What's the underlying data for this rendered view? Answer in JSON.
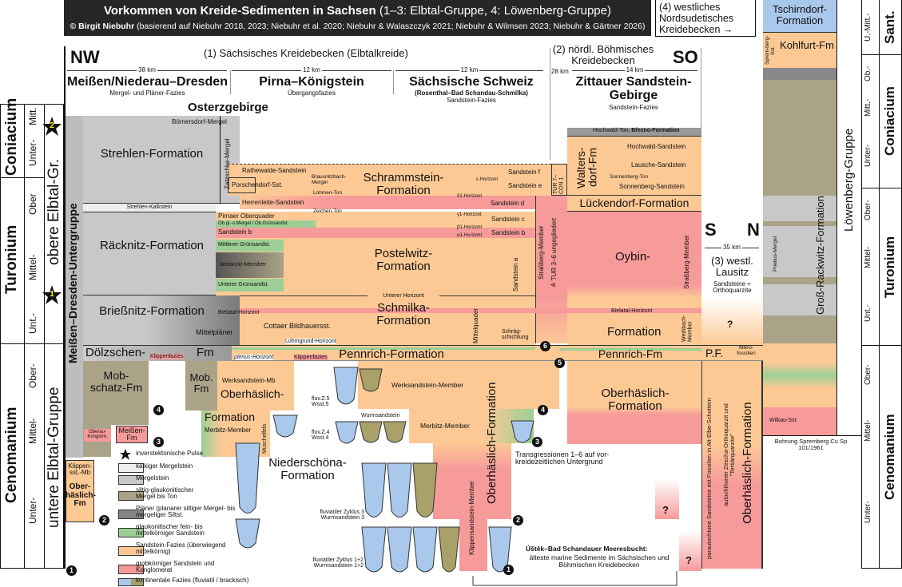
{
  "header": {
    "title_main": "Vorkommen von Kreide-Sedimenten in Sachsen",
    "title_paren": "(1–3: Elbtal-Gruppe, 4: Löwenberg-Gruppe)",
    "author": "© Birgit Niebuhr",
    "sources": "(basierend auf Niebuhr 2018, 2023; Niebuhr et al. 2020; Niebuhr & Walaszczyk 2021; Niebuhr & Wilmsen 2023; Niebuhr & Gärtner 2026)"
  },
  "basin4": {
    "label": "(4) westliches Nordsudetisches Kreidebecken →"
  },
  "regions": {
    "nw": "NW",
    "so": "SO",
    "s": "S",
    "n": "N",
    "basin1": "(1) Sächsisches Kreidebecken (Elbtalkreide)",
    "basin2": "(2) nördl. Böhmisches Kreidebecken",
    "basin3": "(3) westl. Lausitz",
    "basin3_sub": "Sandsteine + Orthoquarzite",
    "osterzgebirge": "Osterzgebirge",
    "sections": [
      {
        "name": "Meißen/Niederau–Dresden",
        "facies": "Mergel- und Pläner-Fazies",
        "dist": "38 km"
      },
      {
        "name": "Pirna–Königstein",
        "facies": "Übergangsfazies",
        "dist": "12 km"
      },
      {
        "name": "Sächsische Schweiz",
        "sub": "(Rosenthal–Bad Schandau-Schmilka)",
        "facies": "Sandstein-Fazies",
        "dist": "12 km"
      },
      {
        "name": "Zittauer Sandstein-Gebirge",
        "facies": "Sandstein-Fazies",
        "dist": "14 km"
      }
    ],
    "dist_28": "28 km",
    "dist_35": "35 km"
  },
  "stages_left": {
    "coniacium": "Coniacium",
    "turonium": "Turonium",
    "cenomanium": "Cenomanium",
    "sub": [
      "Mitt.",
      "Unter-",
      "Ober",
      "Mittel-",
      "Unt.-",
      "Ober-",
      "Mittel-",
      "Unter-"
    ],
    "upper_group": "obere Elbtal-Gr.",
    "lower_group": "untere Elbtal-Gruppe",
    "stars": [
      "2",
      "1"
    ]
  },
  "stages_right": {
    "sant": "Sant.",
    "coniacium": "Coniacium",
    "turonium": "Turonium",
    "cenomanium": "Cenomanium",
    "sub": [
      "U.-Mitt.-",
      "Ob.-",
      "Mitt.-",
      "Unter-",
      "Ober-",
      "Mittel-",
      "Unt.-",
      "Ober-",
      "Mittel-",
      "Unter-"
    ],
    "group": "Löwenberg-Gruppe"
  },
  "loewenberg": {
    "tschirndorf": "Tschirndorf-Formation",
    "kohlfurt": "Kohlfurt-Fm",
    "spremberg": "Sprem-berg-Sst.",
    "gross_rackwitz": "Groß-Rackwitz-Formation",
    "priebus": "Priebus-Mergel",
    "wilkau": "Wilkau-Sst.",
    "bohrung": "Bohrung Spremberg Cu Sp 101/1961"
  },
  "units": {
    "untergruppe": "Meißen–Dresden-Untergruppe",
    "boernersdorf": "Börnersdorf-Mergel",
    "strehlen": "Strehlen-Formation",
    "zatzschke": "Zatzschke-Mergel",
    "strehlen_kalk": "Strehlen-Kalkstein",
    "raecknitz": "Räcknitz-Formation",
    "briessnitz": "Brießnitz-Formation",
    "mittelplaener": "Mittelpläner",
    "doelzschen": "Dölzschen-",
    "doelzschen_fm": "Fm",
    "klippenfazies": "Klippenfazies",
    "plenus": "plenus-Horizont",
    "mobschatz": "Mob-schatz-Fm",
    "oberau": "Oberau-Konglom.",
    "meissen_fm": "Meißen-Fm",
    "mob_fm": "Mob. Fm",
    "werksandstein_mb": "Werksandstein-Mb",
    "oberhaeslich": "Oberhäslich-",
    "formation": "Formation",
    "merbitz_mb": "Merbitz-Member",
    "muschelfels": "Muschelfels",
    "klippen_mb": "Klippen-sst.-Mb",
    "ober_haeslich_fm": "Ober-häslich-Fm",
    "rathewalde": "Rathewalde-Sandstein",
    "brausnitz": "Brausnitzbach-Mergel",
    "porschendorf": "Porschendorf-Sst.",
    "lohmen": "Lohmen-Ton",
    "schrammstein": "Schrammstein-Formation",
    "herrenleite": "Herrenleite-Sandstein",
    "zeichen": "Zeichen-Ton",
    "pirnaer": "Pirnaer Oberquader",
    "obgl": "Ob.gl.-s.Mergel / Ob.Grünsandst.",
    "sandstein_b": "Sandstein b",
    "mittlerer": "Mittlerer Grünsandst.",
    "lamarcki": "lamarcki-Member",
    "unterer": "Unterer Grünsandst.",
    "postelwitz": "Postelwitz-Formation",
    "sandstein_a": "Sandstein a",
    "unterer_horizont": "Unterer Horizont",
    "schmilka": "Schmilka-Formation",
    "bielatal": "Bielatal-Horizont",
    "cottaer": "Cottaer Bildhauersst.",
    "lohmgrund": "Lohmgrund-Horizont",
    "mittelquader": "Mittelquader",
    "schraeg": "Schräg-schichtung",
    "pennrich": "Pennrich-Formation",
    "hz_eps": "ε-Horizont",
    "hz_delta": "δ1-Horizont",
    "hz_gamma": "γ1-Horizont",
    "hz_beta": "β1-Horizont",
    "hz_alpha": "α1-Horizont",
    "sst_f": "Sandstein f",
    "sst_e": "Sandstein e",
    "sst_d": "Sandstein d",
    "sst_c": "Sandstein c",
    "sst_b2": "Sandstein b",
    "tur_con": "TUR 7–CON 1",
    "strassberg": "Straßberg-Member",
    "tur36": "≙ TUR 3–6 ungegliedert",
    "hochwald_ton": "Hochwald-Ton,",
    "brezno": "Březno-Formation",
    "waltersdorf": "Walters-dorf-Fm",
    "hochwald_sst": "Hochwald-Sandstein",
    "lausche": "Lausche-Sandstein",
    "sonnenberg_ton": "Sonnenberg-Ton",
    "sonnenberg_sst": "Sonnenberg-Sandstein",
    "lueckendorf": "Lückendorf-Formation",
    "oybin": "Oybin-",
    "oybin_fm": "Formation",
    "bielatal2": "Bielatal-Horizont",
    "weissbach": "Weißbach-Member",
    "strassberg2": "Straßberg-Member",
    "pennrich_fm": "Pennrich-Fm",
    "oberhaeslich_fm": "Oberhäslich-Formation",
    "pf": "P.F.",
    "mikro": "Mikro-fossilien",
    "q": "?",
    "werksandstein_member": "Werksandstein-Member",
    "merbitz_member": "Merbitz-Member",
    "klippensandstein_member": "Klippensandstein-Member",
    "oberhaeslich_formation": "Oberhäslich-Formation",
    "niederschoena": "Niederschöna-Formation",
    "wurmsandstein": "Wurmsandstein",
    "fluv5": "fluv.Z.5 Wsst.5",
    "fluv4": "fluv.Z.4 Wsst.4",
    "fluv3": "fluviatiler Zyklus 3 Wurmsandstein 3",
    "fluv12": "fluviatiler Zyklus 1+2 Wurmsandstein 1+2",
    "transgression": "Transgressionen 1–6 auf vor-kreidezeitlichen Untergrund",
    "ustek_title": "Úštěk–Bad Schandauer Meeresbucht:",
    "ustek_text": "älteste marine Sedimente im Sächsischen und Böhmischen Kreidebecken",
    "paraut": "parautochtone Sandsteine mit Fossilien in Alt-Elbe-Schottern",
    "autoch": "autochthoner Zescha-Orthoquarzit und \"Tertiärquarzite\"",
    "lausitz_oberhaeslich": "Oberhäslich-Formation"
  },
  "legend": [
    {
      "label": "inverstektonische Pulse",
      "color": "#000000",
      "icon": "star-icon"
    },
    {
      "label": "kalkiger Mergelstein",
      "color": "#eeeeee"
    },
    {
      "label": "Mergelstein",
      "color": "#c8c8c8"
    },
    {
      "label": "siltig-glaukonitischer Mergel bis Ton",
      "color": "#aba388"
    },
    {
      "label": "Pläner (planarer siltiger Mergel- bis mergeliger Siltst.",
      "color": "#858585"
    },
    {
      "label": "glaukonitischer fein- bis mittelkörniger Sandstein",
      "color": "#9ccf95"
    },
    {
      "label": "Sandstein-Fazies (überwiegend mittelkörnig)",
      "color": "#fcc995"
    },
    {
      "label": "grobkörniger Sandstein und Konglomerat",
      "color": "#f79a9a"
    },
    {
      "label": "kontinentale Fazies (fluviatil / brackisch)",
      "color": "#a9c8ec"
    }
  ],
  "transgressions": [
    "1",
    "2",
    "3",
    "4",
    "5",
    "6"
  ],
  "colors": {
    "sandstone": "#fcc995",
    "conglomerate": "#f79a9a",
    "marl": "#c8c8c8",
    "glauconitic": "#9ccf95",
    "silty_marl": "#aba388",
    "plaener": "#858585",
    "continental": "#a9c8ec",
    "title_bg": "#262626"
  }
}
